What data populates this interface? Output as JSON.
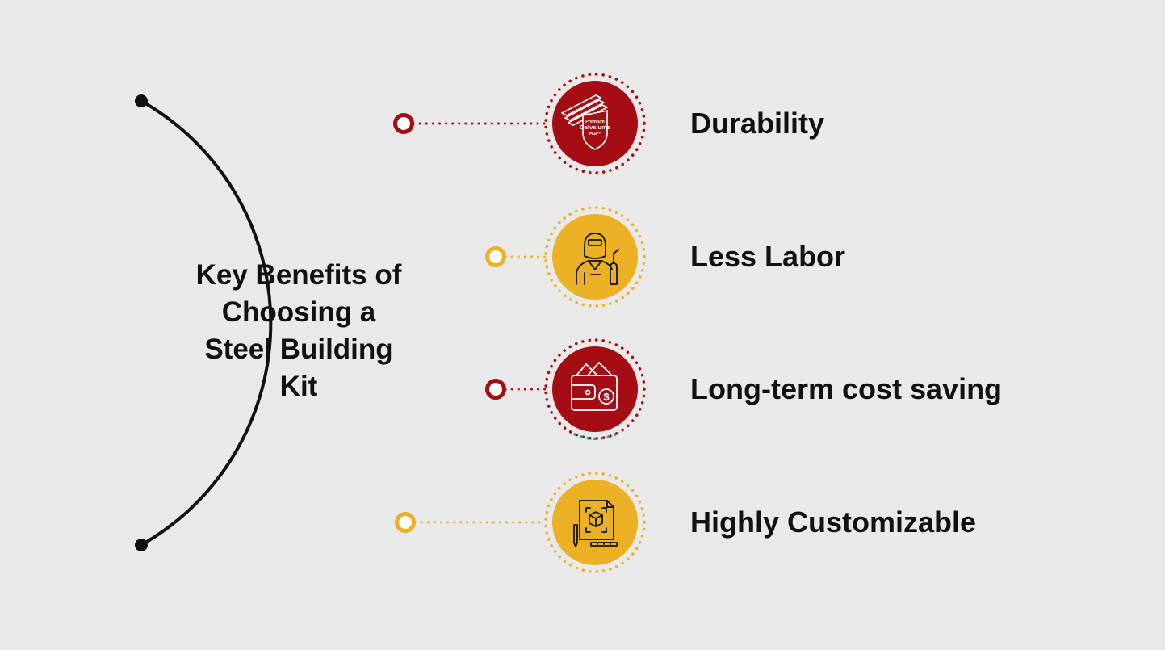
{
  "title_lines": [
    "Key Benefits of",
    "Choosing a",
    "Steel Building",
    "Kit"
  ],
  "benefits": [
    {
      "label": "Durability",
      "color": "#a30d13",
      "icon": "galvalume-shield-icon"
    },
    {
      "label": "Less Labor",
      "color": "#ecb024",
      "icon": "welder-icon"
    },
    {
      "label": "Long-term cost saving",
      "color": "#a30d13",
      "icon": "wallet-dollar-icon"
    },
    {
      "label": "Highly Customizable",
      "color": "#ecb024",
      "icon": "blueprint-cube-icon"
    }
  ],
  "badge": {
    "line1": "Premium",
    "line2": "Galvalume",
    "line3": "Plus™"
  },
  "colors": {
    "arc": "#111111",
    "background": "#e9e9e9",
    "red": "#a30d13",
    "yellow": "#ecb024"
  }
}
